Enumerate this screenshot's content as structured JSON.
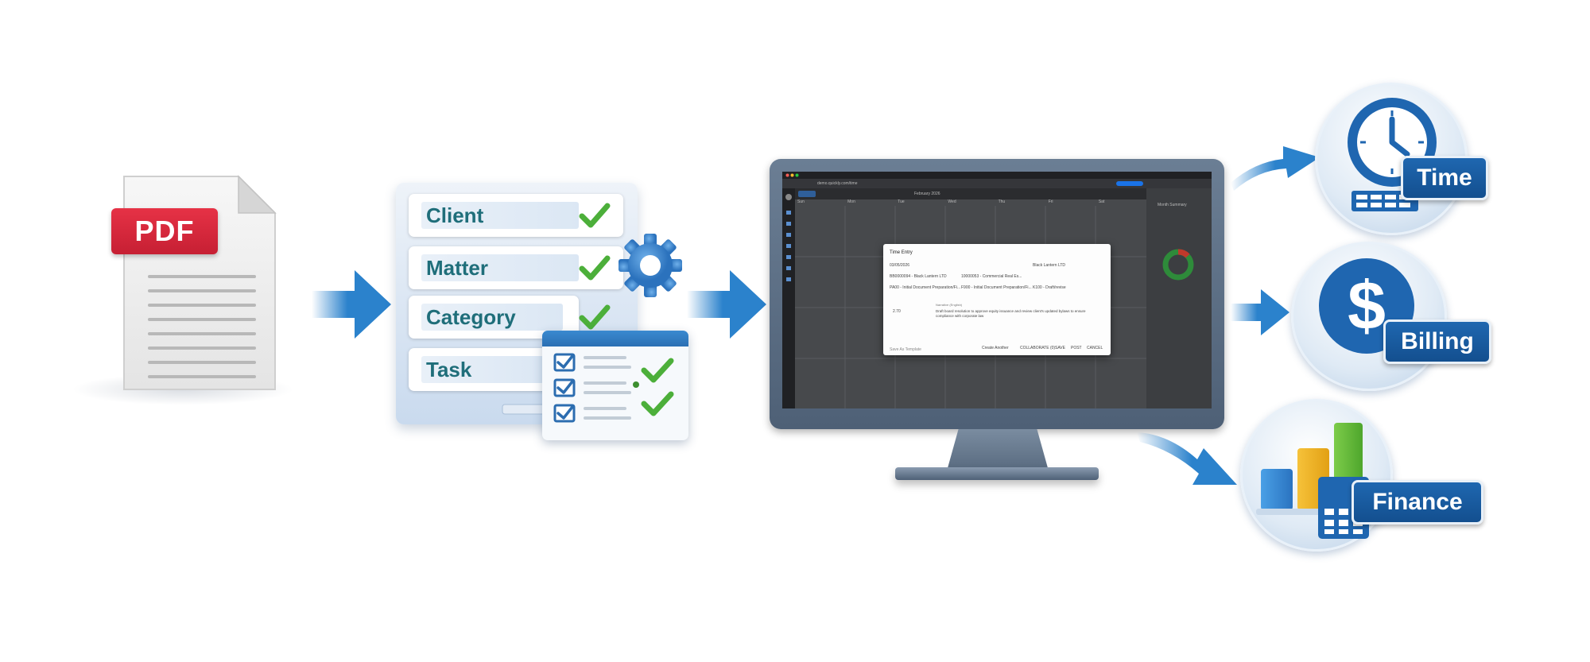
{
  "pdf": {
    "badge_label": "PDF"
  },
  "form_fields": [
    {
      "label": "Client"
    },
    {
      "label": "Matter"
    },
    {
      "label": "Category"
    },
    {
      "label": "Task"
    }
  ],
  "app_screen": {
    "url": "demo.quickly.com/time",
    "month_label": "February 2026",
    "weekdays": [
      "Sun",
      "Mon",
      "Tue",
      "Wed",
      "Thu",
      "Fri",
      "Sat"
    ],
    "modal": {
      "title": "Time Entry",
      "date": "03/05/2026",
      "client": "BB0000094 - Black Lantern LTD",
      "matter": "10000053 - Commercial Real Es...",
      "customer": "Black Lantern LTD",
      "phase": "PA00 - Initial Document Preparation/Fi...",
      "task": "F900 - Initial Document Preparation/Fi...",
      "activity": "K100 - Draft/revise",
      "duration": "2.70",
      "narrative_label": "Narrative (English)",
      "narrative": "Draft board resolution to approve equity issuance and review client's updated bylaws to ensure compliance with corporate law",
      "template_link": "Save As Template",
      "create_another": "Create Another",
      "buttons": [
        "COLLABORATE (0)",
        "SAVE",
        "POST",
        "CANCEL"
      ]
    },
    "summary_title": "Month Summary"
  },
  "outcomes": [
    {
      "label": "Time",
      "icon": "clock-icon"
    },
    {
      "label": "Billing",
      "icon": "dollar-icon"
    },
    {
      "label": "Finance",
      "icon": "bar-chart-icon"
    }
  ],
  "colors": {
    "flow_blue": "#2b82cc",
    "tag_blue": "#1a5ea3",
    "check_green": "#4caf3a",
    "pdf_red": "#d62839",
    "field_text": "#1f6e7a"
  }
}
